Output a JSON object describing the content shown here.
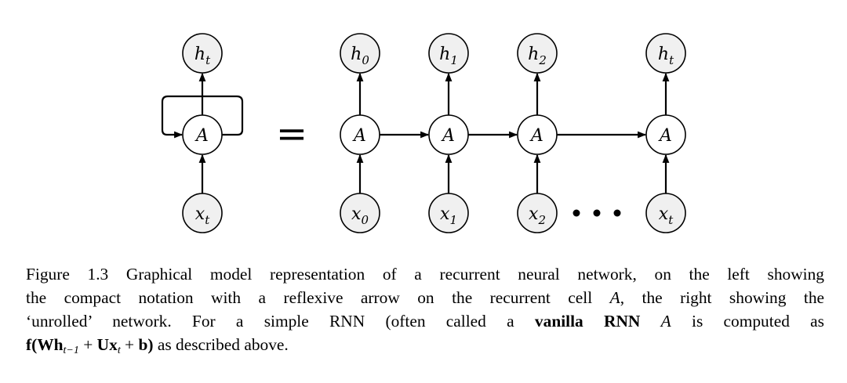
{
  "diagram": {
    "fill_colors": {
      "node": "#f0f0f0",
      "cell": "#ffffff"
    },
    "compact": {
      "output": {
        "base": "h",
        "sub": "t"
      },
      "cell": "A",
      "input": {
        "base": "x",
        "sub": "t"
      }
    },
    "equals": "=",
    "unrolled": [
      {
        "output": {
          "base": "h",
          "sub": "0"
        },
        "cell": "A",
        "input": {
          "base": "x",
          "sub": "0"
        }
      },
      {
        "output": {
          "base": "h",
          "sub": "1"
        },
        "cell": "A",
        "input": {
          "base": "x",
          "sub": "1"
        }
      },
      {
        "output": {
          "base": "h",
          "sub": "2"
        },
        "cell": "A",
        "input": {
          "base": "x",
          "sub": "2"
        }
      },
      {
        "output": {
          "base": "h",
          "sub": "t"
        },
        "cell": "A",
        "input": {
          "base": "x",
          "sub": "t"
        }
      }
    ],
    "ellipsis_dots": 3
  },
  "caption": {
    "line1": "Figure 1.3 Graphical model representation of a recurrent neural network, on the left showing",
    "line2_pre": "the compact notation with a reflexive arrow on the recurrent cell ",
    "line2_cell": "A",
    "line2_post": ", the right showing the",
    "line3_pre": "‘unrolled’ network.  For a simple RNN (often called a ",
    "line3_bold": "vanilla RNN",
    "line3_cell": "A",
    "line3_post": " is computed as",
    "line4_f": "f(",
    "line4_W": "W",
    "line4_h": "h",
    "line4_hsub": "t−1",
    "line4_plus1": " + ",
    "line4_U": "U",
    "line4_x": "x",
    "line4_xsub": "t",
    "line4_plus2": " + ",
    "line4_b": "b",
    "line4_close": ")",
    "line4_post": " as described above."
  }
}
